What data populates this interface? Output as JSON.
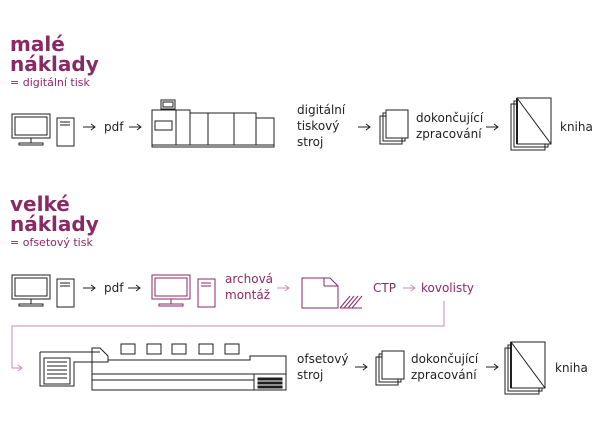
{
  "colors": {
    "accent": "#8a2a64",
    "ink": "#1f1f1f",
    "accent_light": "#c98bb2"
  },
  "section_small": {
    "title_line1": "malé",
    "title_line2": "náklady",
    "subtitle": "= digitální tisk",
    "labels": {
      "pdf": "pdf",
      "digital_press_line1": "digitální",
      "digital_press_line2": "tiskový",
      "digital_press_line3": "stroj",
      "finishing_line1": "dokončující",
      "finishing_line2": "zpracování",
      "book": "kniha"
    }
  },
  "section_large": {
    "title_line1": "velké",
    "title_line2": "náklady",
    "subtitle": "= ofsetový tisk",
    "labels": {
      "pdf": "pdf",
      "imposition_line1": "archová",
      "imposition_line2": "montáž",
      "ctp": "CTP",
      "plates": "kovolisty",
      "offset_press_line1": "ofsetový",
      "offset_press_line2": "stroj",
      "finishing_line1": "dokončující",
      "finishing_line2": "zpracování",
      "book": "kniha"
    }
  }
}
